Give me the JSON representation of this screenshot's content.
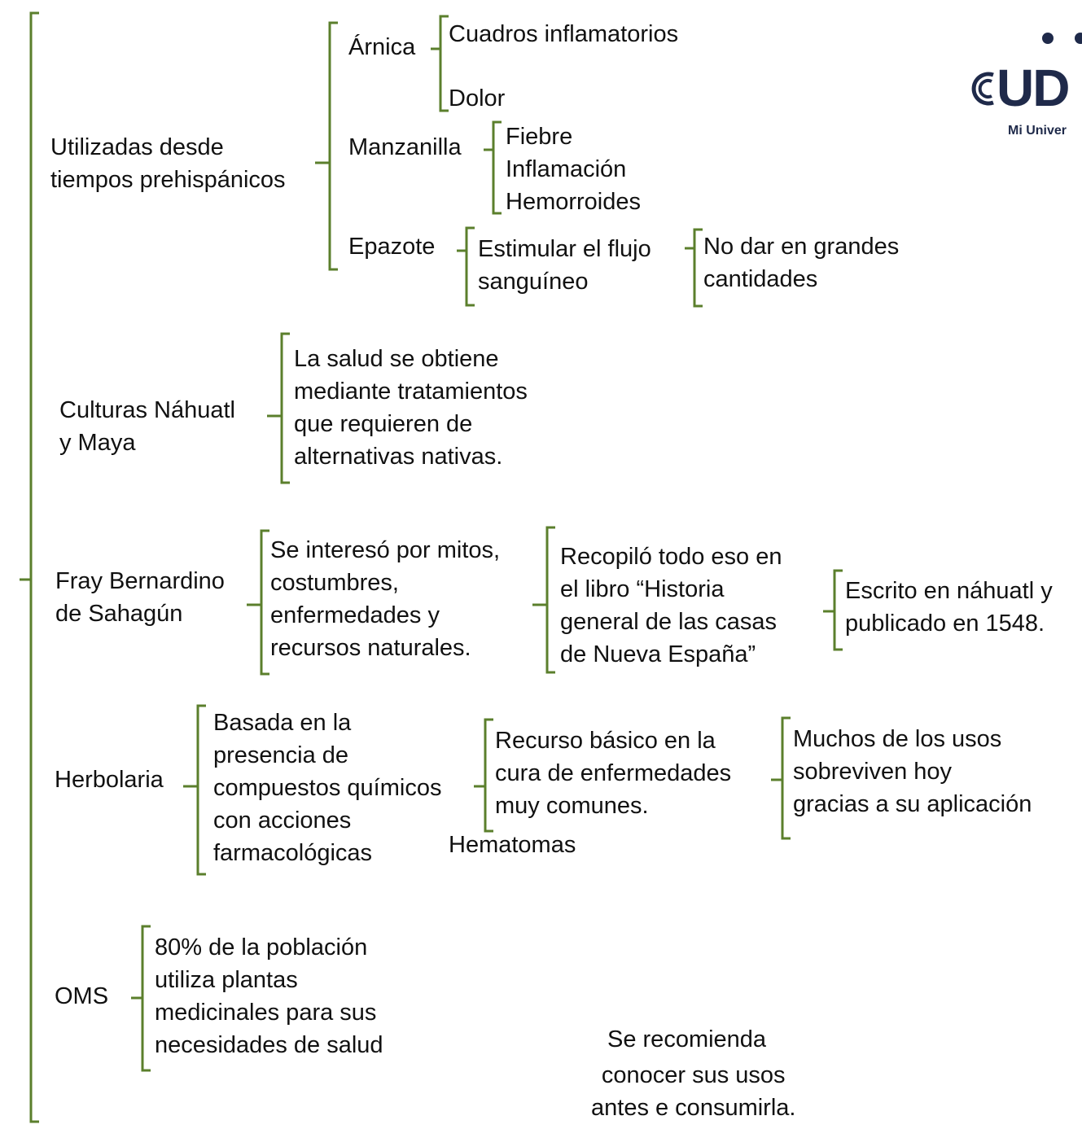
{
  "colors": {
    "bracket": "#5b7f2c",
    "text": "#111111",
    "logo": "#1f2a4a"
  },
  "logo": {
    "mark": "UD",
    "tagline": "Mi Univer"
  },
  "nodes": {
    "utilizadas": "Utilizadas desde\ntiempos prehispánicos",
    "arnica": "Árnica",
    "arnica_uso1": "Cuadros inflamatorios",
    "arnica_uso2": "Dolor",
    "manzanilla": "Manzanilla",
    "manzanilla_usos": "Fiebre\nInflamación\nHemorroides",
    "epazote": "Epazote",
    "epazote_uso": "Estimular el flujo\nsanguíneo",
    "epazote_nota": "No dar en grandes\ncantidades",
    "culturas": "Culturas Náhuatl\ny Maya",
    "culturas_desc": "La salud se obtiene\nmediante tratamientos\nque requieren de\nalternativas nativas.",
    "fray": "Fray Bernardino\nde Sahagún",
    "fray_interes": "Se interesó por mitos,\ncostumbres,\nenfermedades y\nrecursos naturales.",
    "fray_libro": "Recopiló todo eso en\nel libro “Historia\ngeneral de las casas\nde Nueva España”",
    "fray_escrito": "Escrito en náhuatl y\npublicado en 1548.",
    "herbolaria": "Herbolaria",
    "herbolaria_base": "Basada en la\npresencia de\ncompuestos químicos\ncon acciones\nfarmacológicas",
    "herbolaria_recurso": "Recurso básico en la\ncura de enfermedades\nmuy comunes.",
    "herbolaria_usos": "Muchos de los usos\nsobreviven hoy\ngracias a su aplicación",
    "hematomas": "Hematomas",
    "oms": "OMS",
    "oms_desc": "80% de la población\nutiliza plantas\nmedicinales para sus\nnecesidades de salud",
    "recomienda_1": "Se recomienda",
    "recomienda_2": "conocer sus usos\nantes e consumirla."
  }
}
